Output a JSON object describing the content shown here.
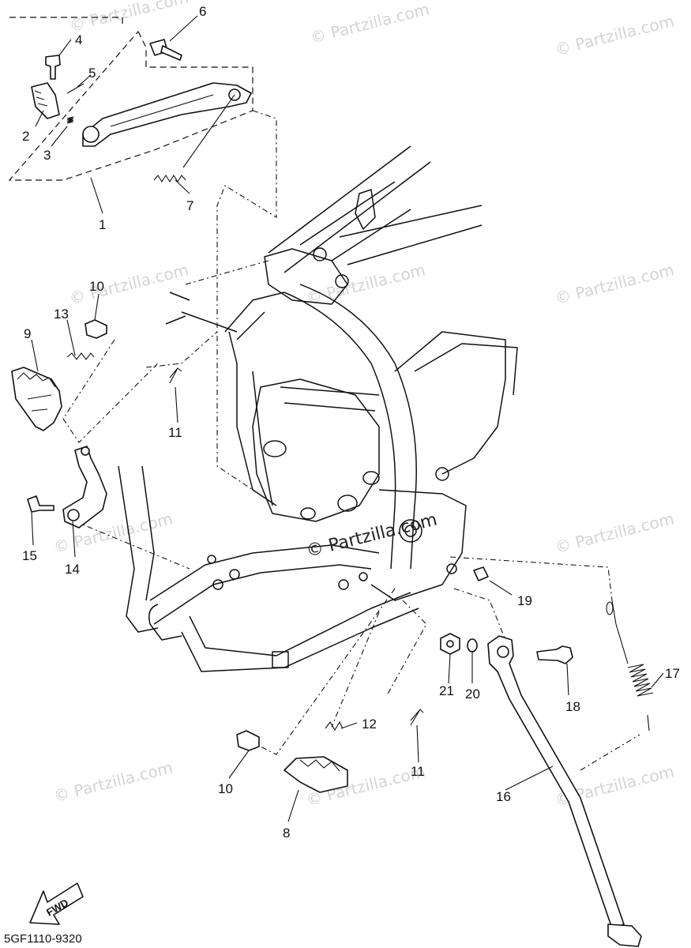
{
  "diagram": {
    "drawing_code": "5GF1110-9320",
    "fwd_label": "FWD",
    "watermark": "© Partzilla.com",
    "callouts": {
      "c1": "1",
      "c2": "2",
      "c3": "3",
      "c4": "4",
      "c5": "5",
      "c6": "6",
      "c7": "7",
      "c8": "8",
      "c9": "9",
      "c10a": "10",
      "c10b": "10",
      "c11a": "11",
      "c11b": "11",
      "c12": "12",
      "c13": "13",
      "c14": "14",
      "c15": "15",
      "c16": "16",
      "c17": "17",
      "c18": "18",
      "c19": "19",
      "c20": "20",
      "c21": "21"
    }
  }
}
